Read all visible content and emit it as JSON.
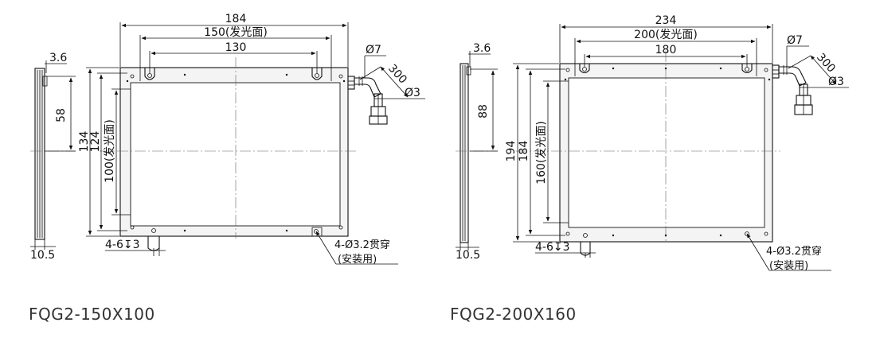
{
  "drawings": [
    {
      "model": "FQG2-150X100",
      "outer_width": "184",
      "emit_width": "150(发光面)",
      "hole_spacing_x": "130",
      "outer_height": "134",
      "height_inner": "124",
      "emit_height": "100(发光面)",
      "side_thickness": "3.6",
      "side_height": "58",
      "side_depth": "10.5",
      "cable_diameter": "Ø7",
      "cable_length": "300",
      "wire_diameter": "Ø3",
      "slot_note": "4-6↧3",
      "hole_note_1": "4-Ø3.2贯穿",
      "hole_note_2": "(安装用)"
    },
    {
      "model": "FQG2-200X160",
      "outer_width": "234",
      "emit_width": "200(发光面)",
      "hole_spacing_x": "180",
      "outer_height": "194",
      "height_inner": "184",
      "emit_height": "160(发光面)",
      "side_thickness": "3.6",
      "side_height": "88",
      "side_depth": "10.5",
      "cable_diameter": "Ø7",
      "cable_length": "300",
      "wire_diameter": "Ø3",
      "slot_note": "4-6↧3",
      "hole_note_1": "4-Ø3.2贯穿",
      "hole_note_2": "(安装用)"
    }
  ]
}
